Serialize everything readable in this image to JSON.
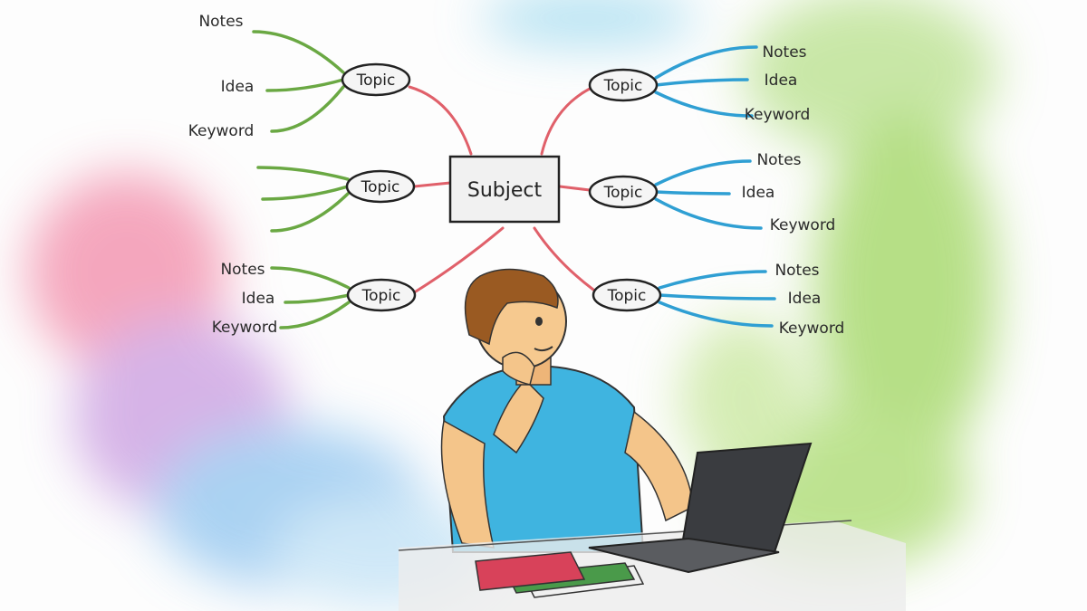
{
  "subject": "Subject",
  "topic_label": "Topic",
  "colors": {
    "left_branch": "#6aa843",
    "right_branch": "#2f9fd3",
    "main_branch": "#e0606a",
    "shirt": "#3fb4e0",
    "hair": "#9a5a22",
    "laptop": "#3a3c40",
    "notebook": "#d8425a"
  },
  "topics": [
    {
      "id": "top-left",
      "leaves": [
        "Notes",
        "Idea",
        "Keyword"
      ]
    },
    {
      "id": "middle-left",
      "leaves": [
        "",
        "",
        ""
      ]
    },
    {
      "id": "bottom-left",
      "leaves": [
        "Notes",
        "Idea",
        "Keyword"
      ]
    },
    {
      "id": "top-right",
      "leaves": [
        "Notes",
        "Idea",
        "Keyword"
      ]
    },
    {
      "id": "middle-right",
      "leaves": [
        "Notes",
        "Idea",
        "Keyword"
      ]
    },
    {
      "id": "bottom-right",
      "leaves": [
        "Notes",
        "Idea",
        "Keyword"
      ]
    }
  ]
}
